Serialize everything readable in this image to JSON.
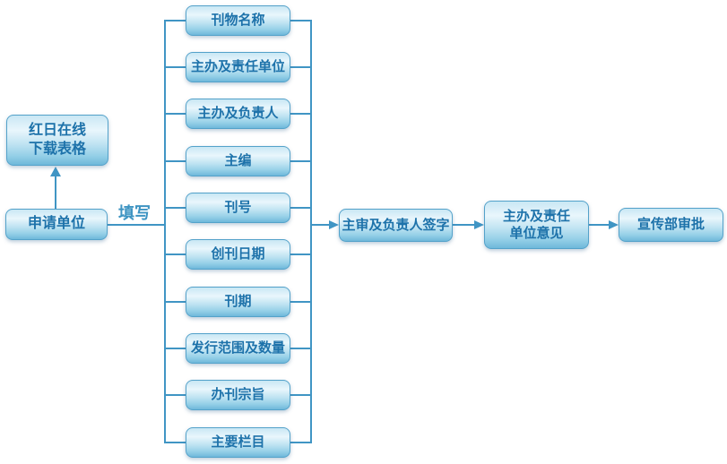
{
  "diagram": {
    "title": "publication-approval-flowchart",
    "colors": {
      "background": "#ffffff",
      "line": "#4095c4",
      "box_border": "#54a2ca",
      "box_text": "#1d72aa",
      "box_gradient_top": "#c9e7f4",
      "box_gradient_highlight": "#e9f6fc",
      "box_gradient_bottom": "#6fb8da",
      "edge_label_color": "#3e94c2"
    },
    "left_flow": {
      "download_box": {
        "line1": "红日在线",
        "line2": "下载表格"
      },
      "apply_box": {
        "label": "申请单位"
      },
      "edge_label": "填写"
    },
    "fields": [
      "刊物名称",
      "主办及责任单位",
      "主办及负责人",
      "主编",
      "刊号",
      "创刊日期",
      "刊期",
      "发行范围及数量",
      "办刊宗旨",
      "主要栏目"
    ],
    "approval_flow": {
      "sign_box": {
        "label": "主审及负责人签字"
      },
      "opinion_box": {
        "line1": "主办及责任",
        "line2": "单位意见"
      },
      "approve_box": {
        "label": "宣传部审批"
      }
    }
  }
}
